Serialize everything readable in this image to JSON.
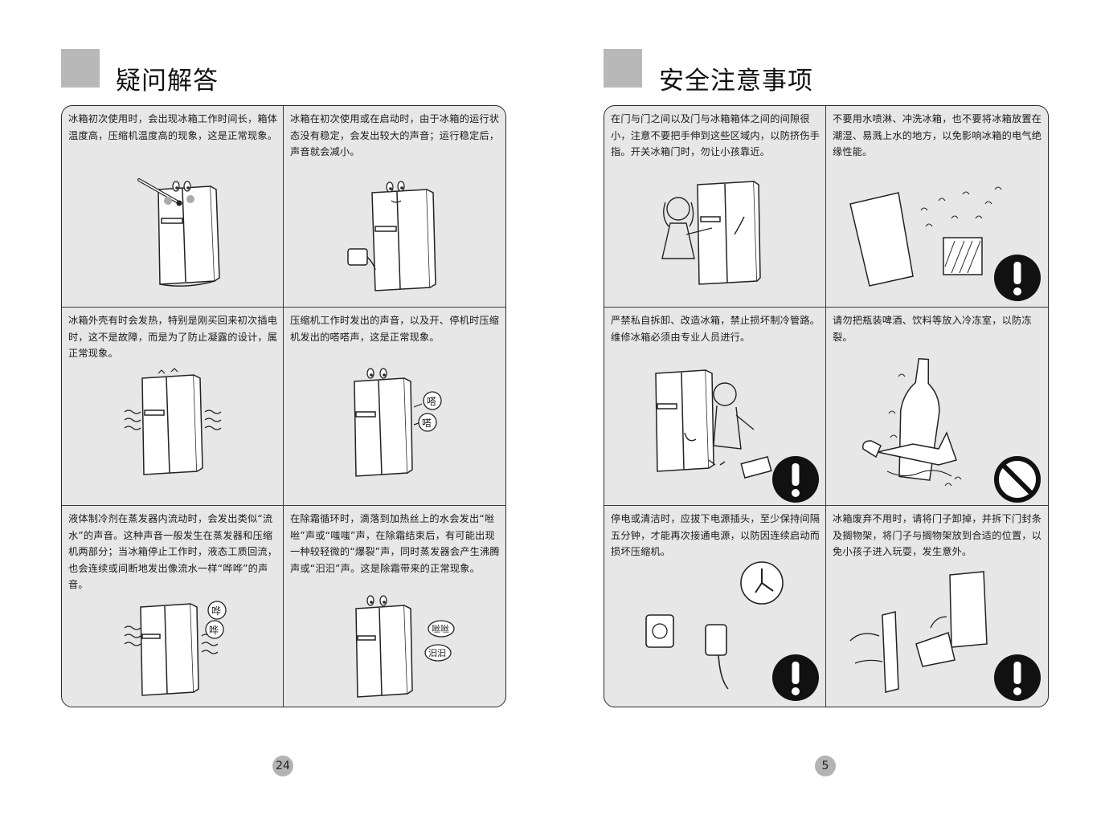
{
  "left_page": {
    "title": "疑问解答",
    "page_number": "24",
    "cells": [
      {
        "text": "冰箱初次使用时，会出现冰箱工作时间长，箱体温度高，压缩机温度高的现象，这是正常现象。"
      },
      {
        "text": "冰箱在初次使用或在启动时，由于冰箱的运行状态没有稳定，会发出较大的声音；运行稳定后，声音就会减小。"
      },
      {
        "text": "冰箱外壳有时会发热，特别是刚买回来初次插电时，这不是故障，而是为了防止凝露的设计，属正常现象。"
      },
      {
        "text": "压缩机工作时发出的声音，以及开、停机时压缩机发出的嗒嗒声，这是正常现象。",
        "bubbles": [
          "嗒",
          "嗒"
        ]
      },
      {
        "text": "液体制冷剂在蒸发器内流动时，会发出类似“流水”的声音。这种声音一般发生在蒸发器和压缩机两部分；当冰箱停止工作时，液态工质回流，也会连续或间断地发出像流水一样“哗哗”的声音。",
        "bubbles": [
          "哗",
          "哗"
        ]
      },
      {
        "text": "在除霜循环时，滴落到加热丝上的水会发出“咝咝”声或“嗤嗤”声，在除霜结束后，有可能出现一种较轻微的“爆裂”声，同时蒸发器会产生沸腾声或“汩汩”声。这是除霜带来的正常现象。",
        "bubbles": [
          "咝咝",
          "汩汩"
        ]
      }
    ]
  },
  "right_page": {
    "title": "安全注意事项",
    "page_number": "5",
    "cells": [
      {
        "text": "在门与门之间以及门与冰箱箱体之间的间隙很小，注意不要把手伸到这些区域内，以防挤伤手指。开关冰箱门时，勿让小孩靠近。"
      },
      {
        "text": "不要用水喷淋、冲洗冰箱，也不要将冰箱放置在潮湿、易溅上水的地方，以免影响冰箱的电气绝缘性能。",
        "icon": "exclamation-icon"
      },
      {
        "text": "严禁私自拆卸、改造冰箱，禁止损坏制冷管路。维修冰箱必须由专业人员进行。",
        "icon": "exclamation-icon"
      },
      {
        "text": "请勿把瓶装啤酒、饮料等放入冷冻室，以防冻裂。",
        "icon": "prohibited-icon"
      },
      {
        "text": "停电或清洁时，应拔下电源插头，至少保持间隔五分钟，才能再次接通电源，以防因连续启动而损坏压缩机。",
        "icon": "exclamation-icon"
      },
      {
        "text": "冰箱废弃不用时，请将门子卸掉，并拆下门封条及搁物架，将门子与搁物架放到合适的位置，以免小孩子进入玩耍，发生意外。",
        "icon": "exclamation-icon"
      }
    ]
  },
  "colors": {
    "panel_bg": "#e7e7e8",
    "header_square": "#b8b8b8",
    "page_badge": "#b3b3b3",
    "warning_icon": "#111111"
  }
}
